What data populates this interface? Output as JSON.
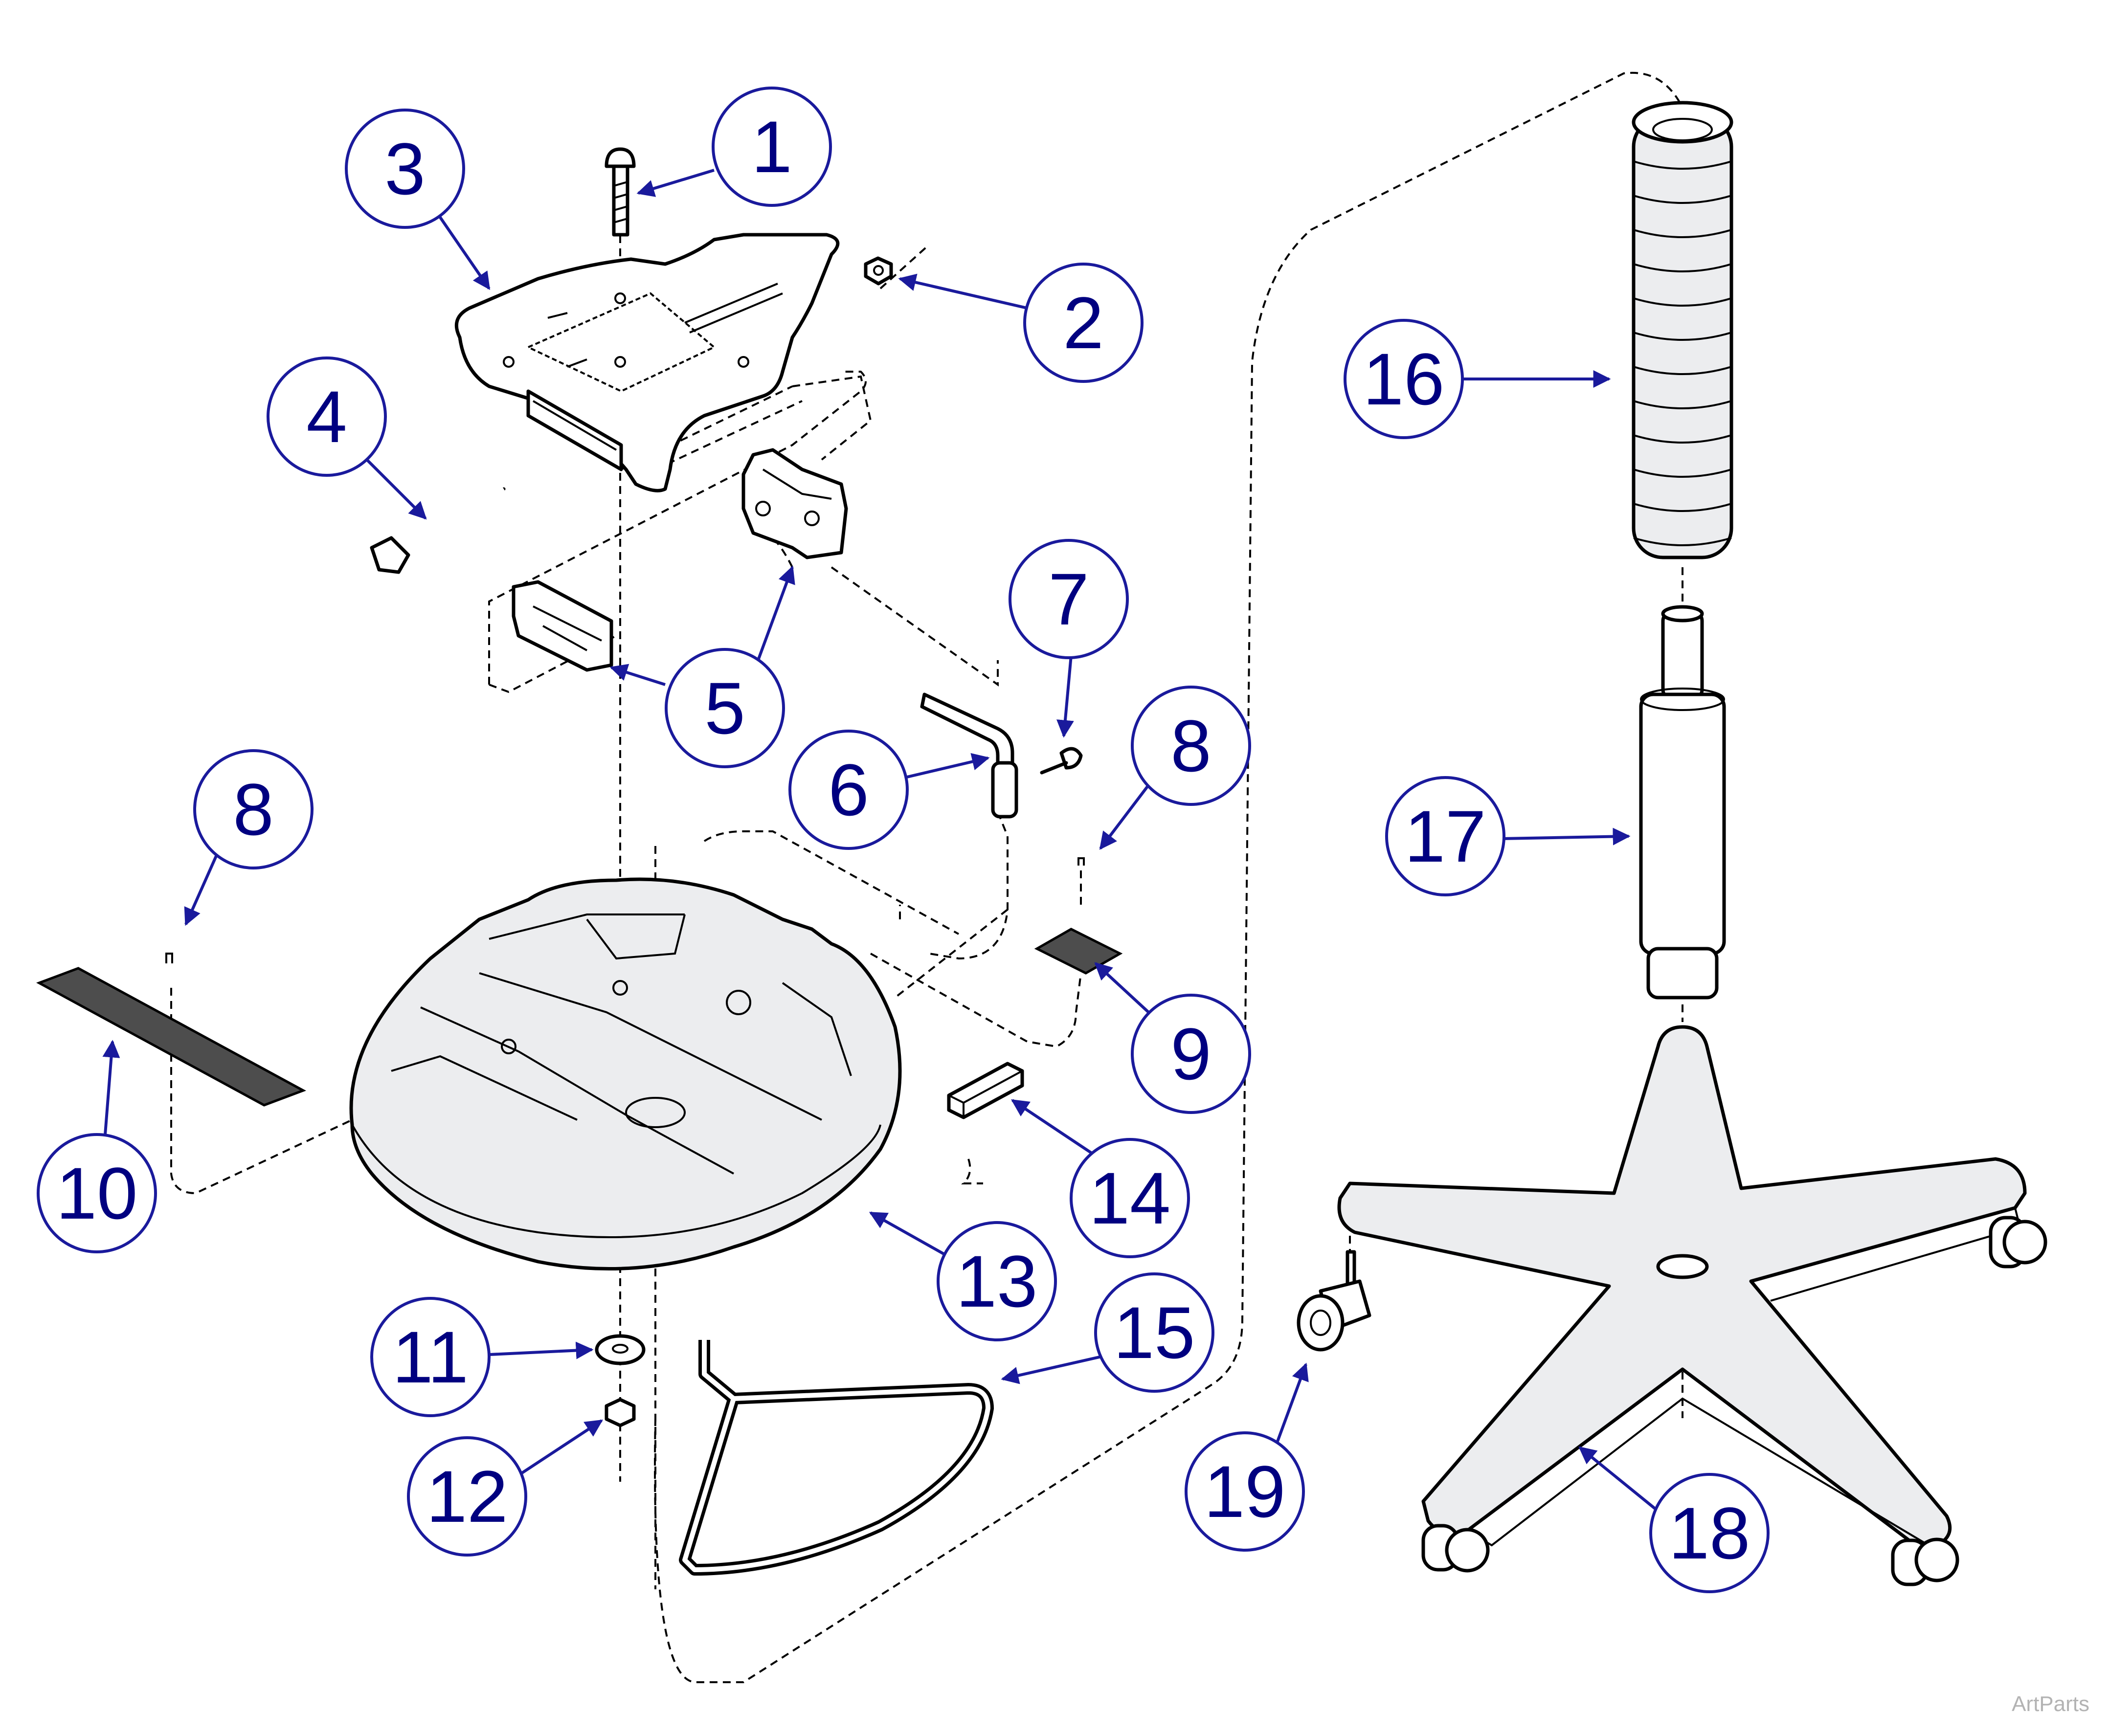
{
  "watermark": "ArtParts",
  "colors": {
    "callout": "#000080",
    "leader": "#1a1a9c",
    "pad": "#4d4d4d",
    "part_fill": "#ecedef"
  },
  "callouts": [
    {
      "id": "c1",
      "label": "1"
    },
    {
      "id": "c2",
      "label": "2"
    },
    {
      "id": "c3",
      "label": "3"
    },
    {
      "id": "c4",
      "label": "4"
    },
    {
      "id": "c5",
      "label": "5"
    },
    {
      "id": "c6",
      "label": "6"
    },
    {
      "id": "c7",
      "label": "7"
    },
    {
      "id": "c8a",
      "label": "8"
    },
    {
      "id": "c8b",
      "label": "8"
    },
    {
      "id": "c9",
      "label": "9"
    },
    {
      "id": "c10",
      "label": "10"
    },
    {
      "id": "c11",
      "label": "11"
    },
    {
      "id": "c12",
      "label": "12"
    },
    {
      "id": "c13",
      "label": "13"
    },
    {
      "id": "c14",
      "label": "14"
    },
    {
      "id": "c15",
      "label": "15"
    },
    {
      "id": "c16",
      "label": "16"
    },
    {
      "id": "c17",
      "label": "17"
    },
    {
      "id": "c18",
      "label": "18"
    },
    {
      "id": "c19",
      "label": "19"
    }
  ]
}
